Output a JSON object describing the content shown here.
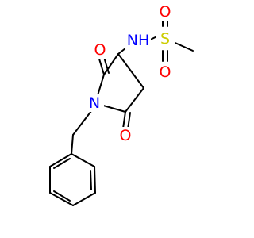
{
  "molecule": {
    "atoms": {
      "nitrogen_ring": {
        "label": "N",
        "color": "#0000ff"
      },
      "nitrogen_nh": {
        "label": "NH",
        "color": "#0000ff"
      },
      "oxygen_top_carbonyl": {
        "label": "O",
        "color": "#ff0000"
      },
      "oxygen_bottom_carbonyl": {
        "label": "O",
        "color": "#ff0000"
      },
      "sulfur": {
        "label": "S",
        "color": "#cccc00"
      },
      "oxygen_sulfonyl_top": {
        "label": "O",
        "color": "#ff0000"
      },
      "oxygen_sulfonyl_bottom": {
        "label": "O",
        "color": "#ff0000"
      }
    },
    "bond_color": "#000000"
  }
}
